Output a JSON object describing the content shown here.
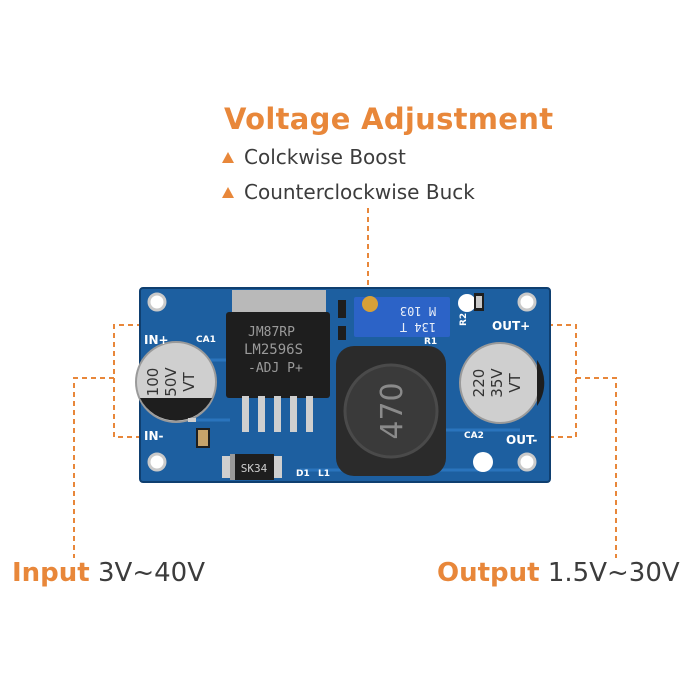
{
  "annotations": {
    "title": "Voltage Adjustment",
    "bullet_1": "Colckwise Boost",
    "bullet_2": "Counterclockwise Buck",
    "input_word": "Input",
    "input_range": "3V~40V",
    "output_word": "Output",
    "output_range": "1.5V~30V"
  },
  "board_marks": {
    "in_plus": "IN+",
    "in_minus": "IN-",
    "out_plus": "OUT+",
    "out_minus": "OUT-",
    "ca1": "CA1",
    "ca2": "CA2",
    "r1": "R1",
    "r2": "R2",
    "d1": "D1",
    "l1": "L1",
    "c_in_value": "100",
    "c_in_voltage": "50V",
    "c_in_series": "VT",
    "c_out_value": "220",
    "c_out_voltage": "35V",
    "c_out_series": "VT",
    "ic_line1": "JM87RP",
    "ic_line2": "LM2596S",
    "ic_line3": "-ADJ P+",
    "inductor_code": "470",
    "diode_code": "SK34",
    "pot_code_1": "M 103",
    "pot_code_2": "134 T"
  },
  "colors": {
    "accent": "#e8873a",
    "text": "#3c3c3c",
    "pcb": "#1d5fa0",
    "pcb_dark": "#164a80"
  }
}
